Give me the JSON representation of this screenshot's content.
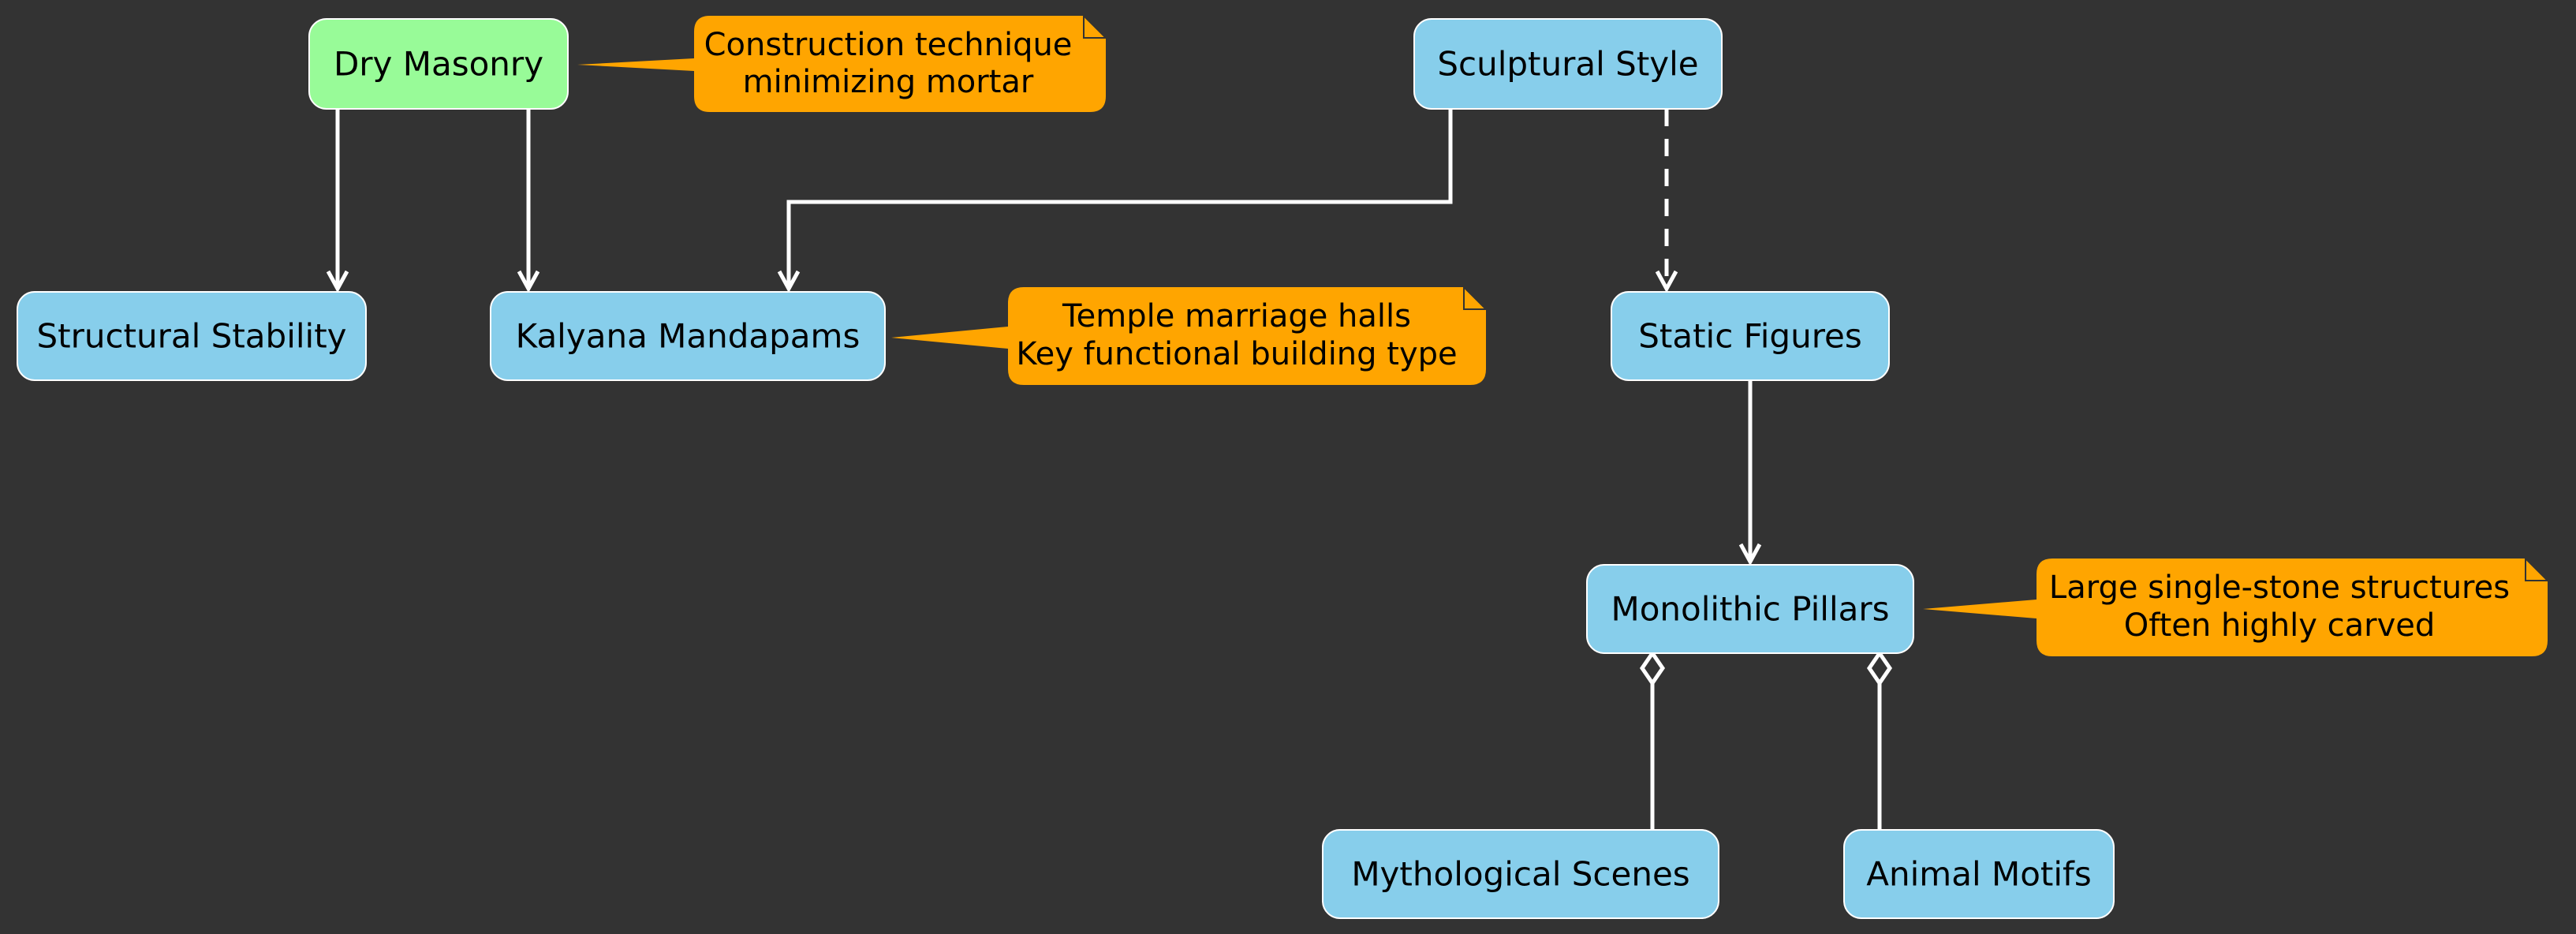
{
  "colors": {
    "background": "#333333",
    "node_blue": "#87CEEB",
    "node_green": "#98FB98",
    "note": "#FFA500",
    "edge": "#FFFFFF",
    "text": "#000000"
  },
  "nodes": {
    "dry_masonry": "Dry Masonry",
    "structural_stability": "Structural Stability",
    "kalyana_mandapams": "Kalyana Mandapams",
    "sculptural_style": "Sculptural Style",
    "static_figures": "Static Figures",
    "monolithic_pillars": "Monolithic Pillars",
    "mythological_scenes": "Mythological Scenes",
    "animal_motifs": "Animal Motifs"
  },
  "notes": {
    "dry_masonry": [
      "Construction technique",
      "minimizing mortar"
    ],
    "kalyana_mandapams": [
      "Temple marriage halls",
      "Key functional building type"
    ],
    "monolithic_pillars": [
      "Large single-stone structures",
      "Often highly carved"
    ]
  }
}
